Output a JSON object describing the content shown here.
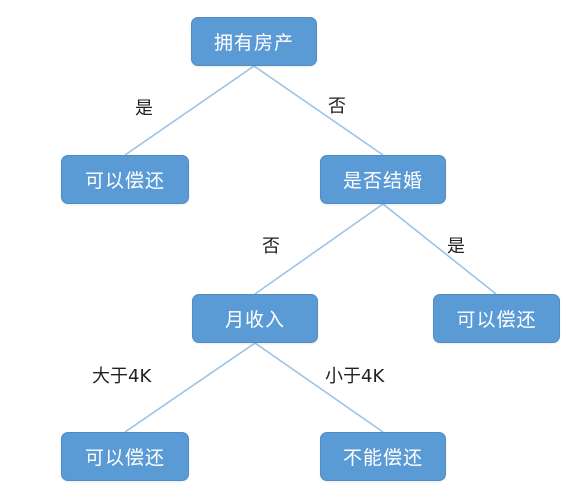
{
  "nodes": {
    "root": "拥有房产",
    "leaf1": "可以偿还",
    "mid1": "是否结婚",
    "mid2": "月收入",
    "leaf2": "可以偿还",
    "leaf3": "可以偿还",
    "leaf4": "不能偿还"
  },
  "edges": [
    {
      "from": "root",
      "to": "leaf1",
      "label": "是"
    },
    {
      "from": "root",
      "to": "mid1",
      "label": "否"
    },
    {
      "from": "mid1",
      "to": "mid2",
      "label": "否"
    },
    {
      "from": "mid1",
      "to": "leaf2",
      "label": "是"
    },
    {
      "from": "mid2",
      "to": "leaf3",
      "label": "大于4K"
    },
    {
      "from": "mid2",
      "to": "leaf4",
      "label": "小于4K"
    }
  ],
  "colors": {
    "node_fill": "#5b9bd5",
    "edge": "#9dc3e6",
    "node_text": "#ffffff"
  }
}
